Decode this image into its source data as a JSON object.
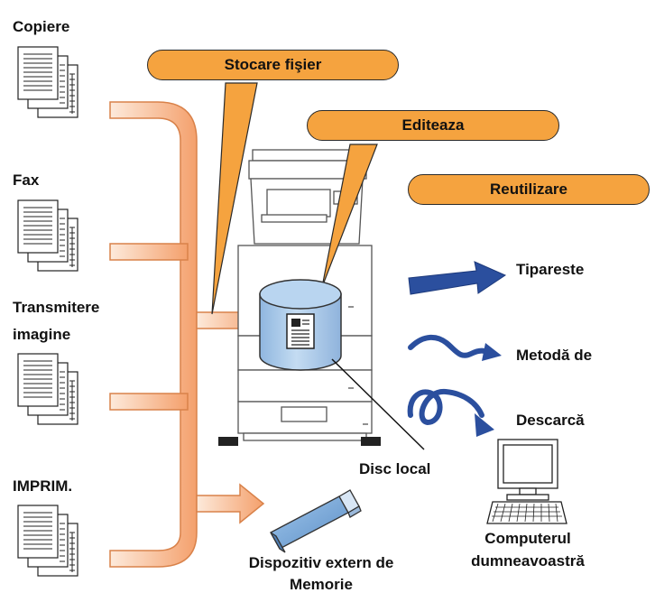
{
  "sources": {
    "copier": "Copiere",
    "fax": "Fax",
    "transmit_line1": "Transmitere",
    "transmit_line2": "imagine",
    "print": "IMPRIM."
  },
  "callouts": {
    "file_storage": "Stocare fişier",
    "edit": "Editeaza",
    "reuse": "Reutilizare"
  },
  "storage": {
    "local_disk": "Disc local",
    "external_line1": "Dispozitiv extern de",
    "external_line2": "Memorie"
  },
  "actions": {
    "print": "Tipareste",
    "method": "Metodă de",
    "download": "Descarcă"
  },
  "computer": {
    "line1": "Computerul",
    "line2": "dumneavoastră"
  },
  "colors": {
    "callout_fill": "#f5a33f",
    "arrow_gradient_start": "#fde8d6",
    "arrow_gradient_end": "#f3a46e",
    "action_arrow": "#2b4f9e",
    "disk_fill": "#a8c9ea"
  }
}
